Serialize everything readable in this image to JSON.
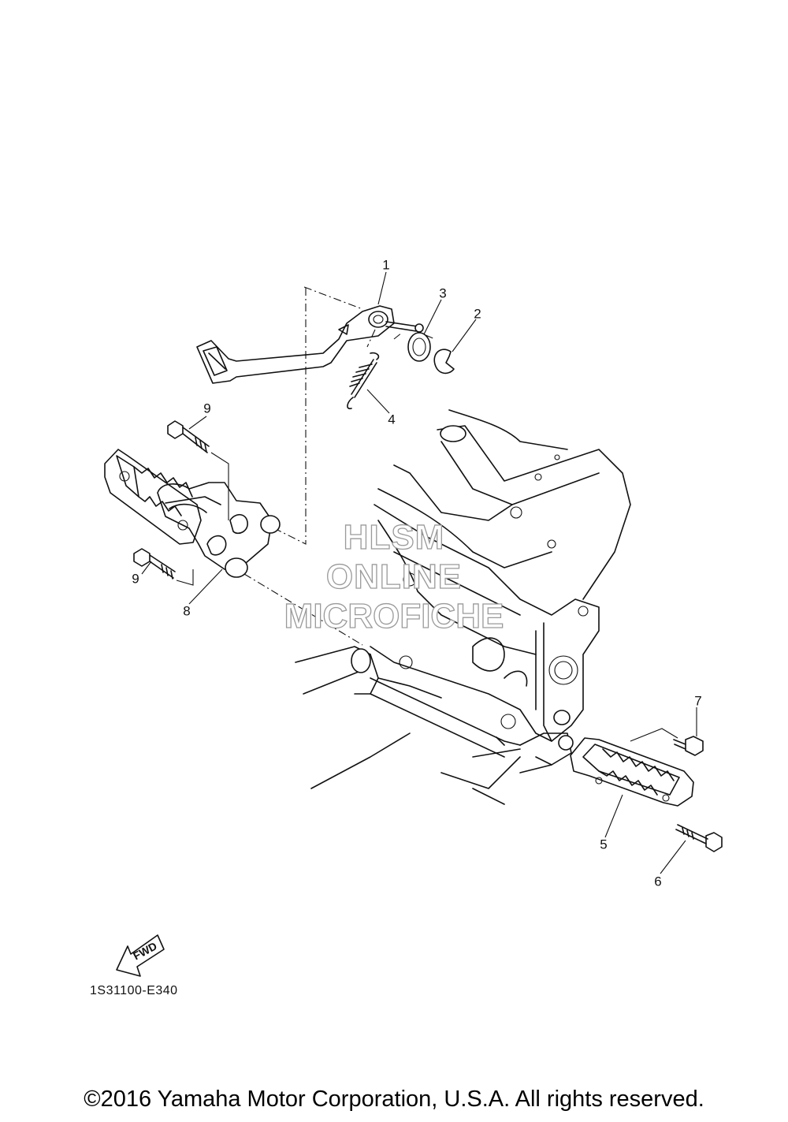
{
  "watermark": {
    "line1": "HLSM",
    "line2": "ONLINE",
    "line3": "MICROFICHE"
  },
  "callouts": [
    "1",
    "2",
    "3",
    "4",
    "5",
    "6",
    "7",
    "8",
    "9",
    "9"
  ],
  "fwd_label": "FWD",
  "figure_code": "1S31100-E340",
  "copyright": "©2016 Yamaha Motor Corporation, U.S.A. All rights reserved."
}
